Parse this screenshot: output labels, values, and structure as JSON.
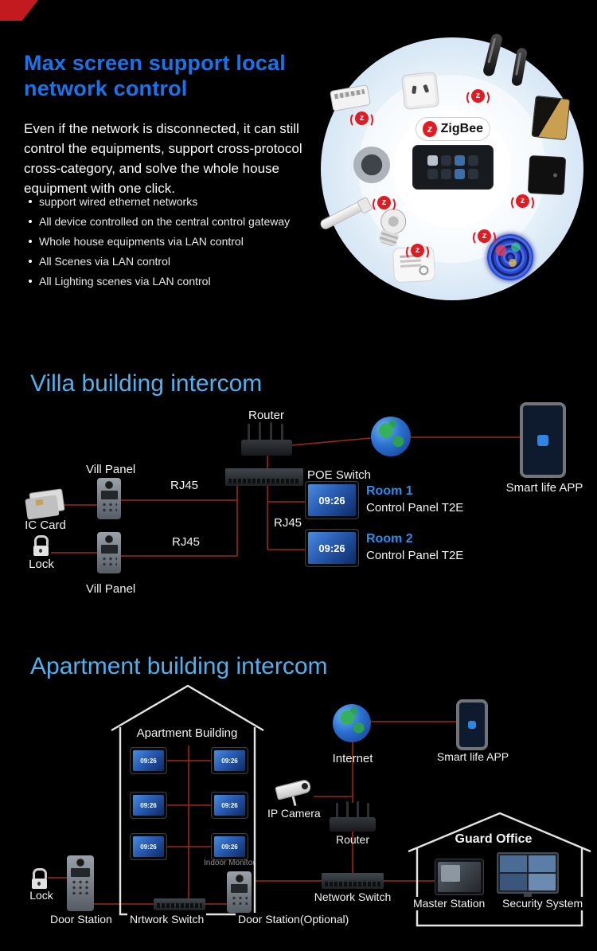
{
  "colors": {
    "primary_heading_blue": "#1a73e8",
    "section_heading_blue": "#4fb1ef",
    "connection_line_red": "#9c2817",
    "zigbee_red": "#e21b23",
    "room_label_blue": "#2b8fe8"
  },
  "icons": {
    "zigbee_signal_glyph": "z"
  },
  "section1": {
    "title": "Max screen support local network control",
    "paragraph": "Even if the network is disconnected, it can still control the equipments, support cross-protocol cross-category, and solve the whole house equipment with one click.",
    "bullets": [
      "support wired ethernet networks",
      "All device controlled on the central control gateway",
      "Whole house equipments via LAN control",
      "All Scenes via LAN control",
      "All Lighting scenes via LAN control"
    ],
    "zigbee_badge": "ZigBee"
  },
  "villa": {
    "title": "Villa building intercom",
    "router_label": "Router",
    "poe_switch_label": "POE Switch",
    "vill_panel_label": "Vill Panel",
    "rj45_label": "RJ45",
    "ic_card_label": "IC Card",
    "lock_label": "Lock",
    "smart_app_label": "Smart life APP",
    "rooms": [
      {
        "name": "Room 1",
        "device": "Control Panel T2E",
        "time": "09:26"
      },
      {
        "name": "Room 2",
        "device": "Control Panel T2E",
        "time": "09:26"
      }
    ]
  },
  "apartment": {
    "title": "Apartment building intercom",
    "building_label": "Apartment Building",
    "internet_label": "Internet",
    "smart_app_label": "Smart life APP",
    "ip_camera_label": "IP Camera",
    "router_label": "Router",
    "network_switch_label": "Network Switch",
    "indoor_monitor_label": "Indoor Monitor",
    "monitor_time": "09:26",
    "lock_label": "Lock",
    "door_station_label": "Door Station",
    "inner_switch_label": "Nrtwork Switch",
    "door_station_optional_label": "Door Station(Optional)",
    "guard_office_label": "Guard Office",
    "master_station_label": "Master Station",
    "security_system_label": "Security System"
  }
}
